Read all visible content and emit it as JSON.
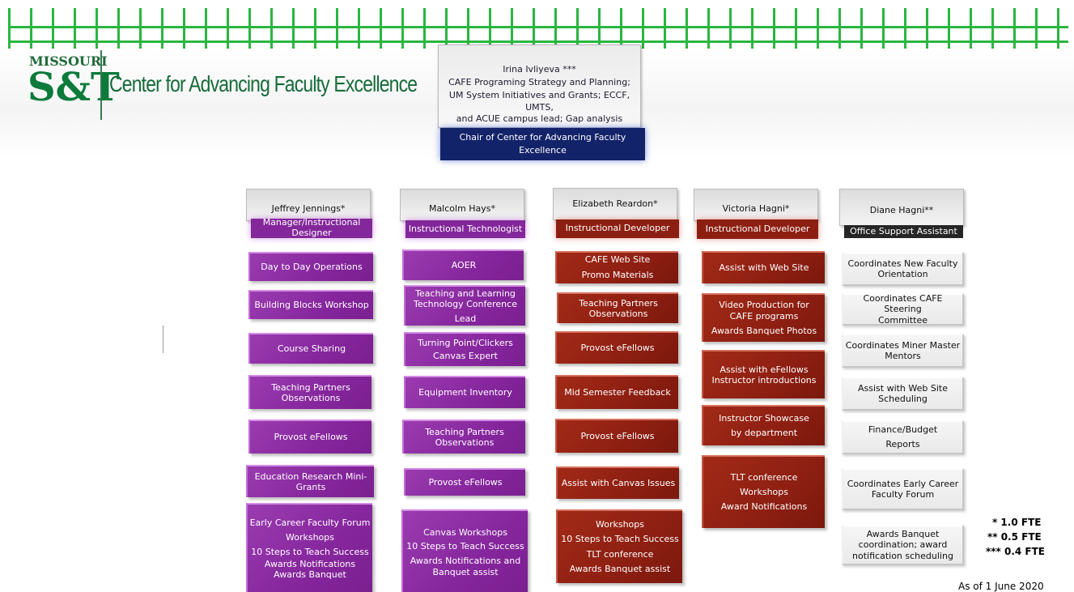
{
  "logo": {
    "missouri": "MISSOURI",
    "st": "S&T"
  },
  "center_title": "Center for Advancing Faculty Excellence",
  "chair": {
    "lines": [
      "Irina Ivliyeva ***",
      "CAFE Programing Strategy and Planning;",
      "UM System Initiatives and  Grants; ECCF, UMTS,",
      "and ACUE campus lead; Gap analysis"
    ],
    "title": "Chair of Center for Advancing Faculty Excellence"
  },
  "staff": [
    {
      "name": "Jeffrey Jennings*",
      "role": [
        "Manager/Instructional",
        "Designer"
      ],
      "tasks": [
        [
          "Day to Day Operations"
        ],
        [
          "Building Blocks Workshop"
        ],
        [
          "Course Sharing"
        ],
        [
          "Teaching Partners",
          "Observations"
        ],
        [
          "Provost eFellows"
        ],
        [
          "Education Research Mini-",
          "Grants"
        ],
        [
          "Early Career Faculty Forum",
          "Workshops",
          "10 Steps to Teach Success",
          "Awards Notifications",
          "Awards Banquet"
        ]
      ]
    },
    {
      "name": "Malcolm Hays*",
      "role": [
        "Instructional Technologist"
      ],
      "tasks": [
        [
          "AOER"
        ],
        [
          "Teaching and Learning",
          "Technology Conference",
          "Lead"
        ],
        [
          "Turning Point/Clickers",
          "Canvas Expert"
        ],
        [
          "Equipment Inventory"
        ],
        [
          "Teaching Partners",
          "Observations"
        ],
        [
          "Provost eFellows"
        ],
        [
          "Canvas  Workshops",
          "10 Steps to Teach Success",
          "Awards Notifications and",
          "Banquet assist"
        ]
      ]
    },
    {
      "name": "Elizabeth Reardon*",
      "role": [
        "Instructional Developer"
      ],
      "tasks": [
        [
          "CAFE Web Site",
          "Promo Materials"
        ],
        [
          "Teaching Partners",
          "Observations"
        ],
        [
          "Provost eFellows"
        ],
        [
          "Mid Semester Feedback"
        ],
        [
          "Provost eFellows"
        ],
        [
          "Assist with Canvas Issues"
        ],
        [
          "Workshops",
          "10 Steps to Teach Success",
          "TLT conference",
          "Awards Banquet assist"
        ]
      ]
    },
    {
      "name": "Victoria Hagni*",
      "role": [
        "Instructional Developer"
      ],
      "tasks": [
        [
          "Assist with Web Site"
        ],
        [
          "Video Production for",
          "CAFE programs",
          "Awards Banquet Photos"
        ],
        [
          "Assist with eFellows",
          "Instructor introductions"
        ],
        [
          "Instructor Showcase",
          "by department"
        ],
        [
          "TLT conference",
          "Workshops",
          "Award Notifications"
        ]
      ]
    },
    {
      "name": "Diane Hagni**",
      "role": [
        "Office Support Assistant"
      ],
      "tasks": [
        [
          "Coordinates New Faculty",
          "Orientation"
        ],
        [
          "Coordinates CAFE Steering",
          "Committee"
        ],
        [
          "Coordinates Miner Master",
          "Mentors"
        ],
        [
          "Assist with Web Site",
          "Scheduling"
        ],
        [
          "Finance/Budget",
          "Reports"
        ],
        [
          "Coordinates Early Career",
          "Faculty Forum"
        ],
        [
          "Awards Banquet",
          "coordination; award",
          "notification scheduling"
        ]
      ]
    }
  ],
  "legend": [
    "*  1.0 FTE",
    "**  0.5 FTE",
    "***  0.4 FTE"
  ],
  "as_of": "As of 1 June 2020",
  "colors": {
    "grid": "#1fb336",
    "purple": "#84279b",
    "red": "#8d1f12",
    "navy": "#13236a",
    "dark": "#262626",
    "brand_green": "#156b38"
  }
}
